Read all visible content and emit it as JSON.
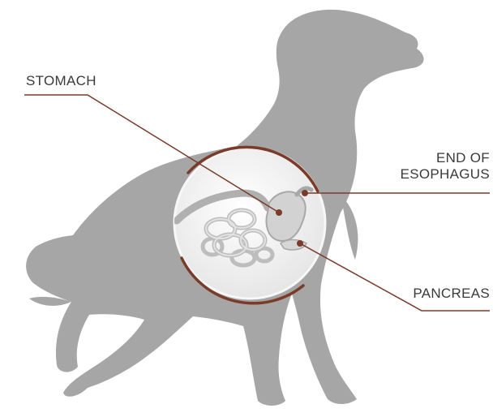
{
  "labels": {
    "stomach": "STOMACH",
    "esophagus_line1": "END OF",
    "esophagus_line2": "ESOPHAGUS",
    "pancreas": "PANCREAS"
  },
  "colors": {
    "silhouette": "#a6a6a6",
    "accent": "#7a3b2a",
    "circle_fill": "#efefef",
    "organ": "#cfcfcf",
    "text": "#3a3a3a"
  }
}
